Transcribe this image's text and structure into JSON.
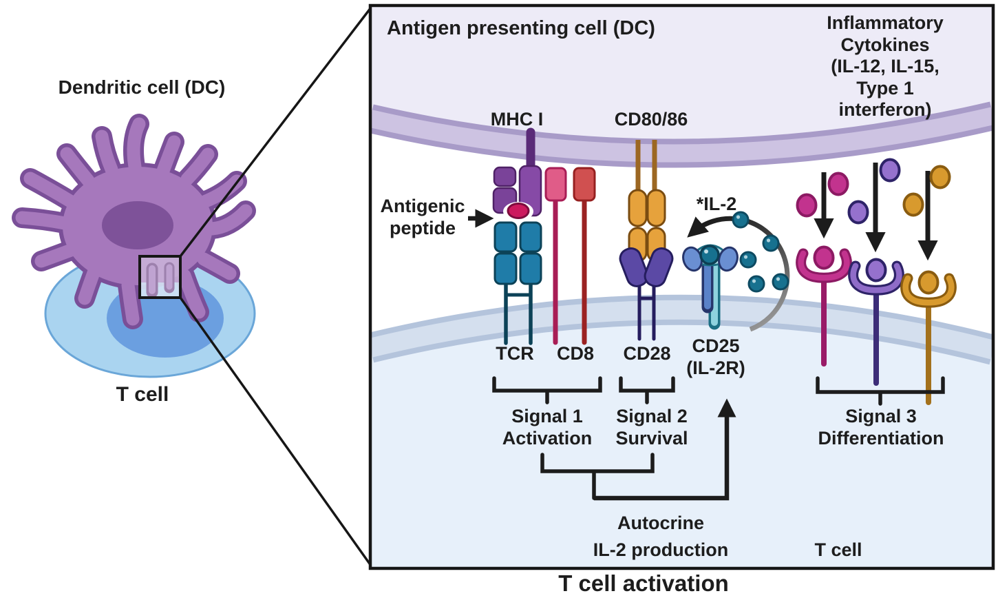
{
  "scene": {
    "dendritic_cell_label": "Dendritic cell (DC)",
    "t_cell_label": "T cell"
  },
  "panel": {
    "apc_title": "Antigen presenting cell (DC)",
    "inflammatory_cytokines": "Inflammatory\nCytokines\n(IL-12, IL-15,\nType 1 interferon)",
    "mhc1": "MHC I",
    "cd80_86": "CD80/86",
    "antigenic_peptide": "Antigenic\npeptide",
    "il2": "*IL-2",
    "tcr": "TCR",
    "cd8": "CD8",
    "cd28": "CD28",
    "cd25": "CD25\n(IL-2R)",
    "signal1": "Signal 1\nActivation",
    "signal2": "Signal 2\nSurvival",
    "signal3": "Signal 3\nDifferentiation",
    "autocrine": "Autocrine\nIL-2 production",
    "t_cell_inner": "T cell"
  },
  "title": "T cell activation",
  "colors": {
    "dc_body": "#a678bc",
    "dc_outline": "#7a4f98",
    "dc_nucleus": "#7e5299",
    "t_cell_body": "#aad4f0",
    "t_cell_outline": "#6aa6d8",
    "t_cell_nucleus": "#6b9fe0",
    "apc_region": "#edebf7",
    "membrane_top_fill": "#cdc3e2",
    "membrane_top_edge": "#a89bc8",
    "t_region": "#e7f0fa",
    "membrane_bottom_fill": "#d4dfee",
    "membrane_bottom_edge": "#b4c4dc",
    "mhc_purple": "#7a4399",
    "mhc_stem": "#5a2b78",
    "peptide_crimson": "#cc1a5e",
    "tcr_teal": "#1f7ca8",
    "tcr_dark": "#0c4257",
    "cd8_pink": "#e05c88",
    "cd8_red": "#d05050",
    "cd80_amber": "#e6a23c",
    "cd28_indigo": "#5b49a5",
    "cd25_blue": "#5a82c8",
    "cd25_cyan": "#8fd2de",
    "il2_teal": "#17718f",
    "cytokine_magenta": "#c2338e",
    "cytokine_purple": "#9571cd",
    "cytokine_gold": "#d89a2e",
    "arrow_black": "#1c1c1c"
  }
}
